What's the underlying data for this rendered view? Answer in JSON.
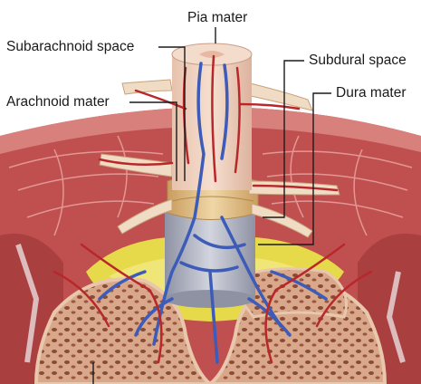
{
  "labels": {
    "pia_mater": "Pia mater",
    "subarachnoid_space": "Subarachnoid space",
    "subdural_space": "Subdural space",
    "dura_mater": "Dura mater",
    "arachnoid_mater": "Arachnoid mater"
  },
  "colors": {
    "muscle": "#c0504f",
    "muscle_stripe": "#e8a4a2",
    "bone": "#d9a88a",
    "bone_pore": "#8a4a35",
    "fat": "#e6d94a",
    "cord": "#f0d2bf",
    "dura": "#e2c28a",
    "sheath": "#b9bcc8",
    "artery": "#b8282a",
    "vein": "#3d5bb8",
    "leader_line": "#1a1a1a"
  }
}
